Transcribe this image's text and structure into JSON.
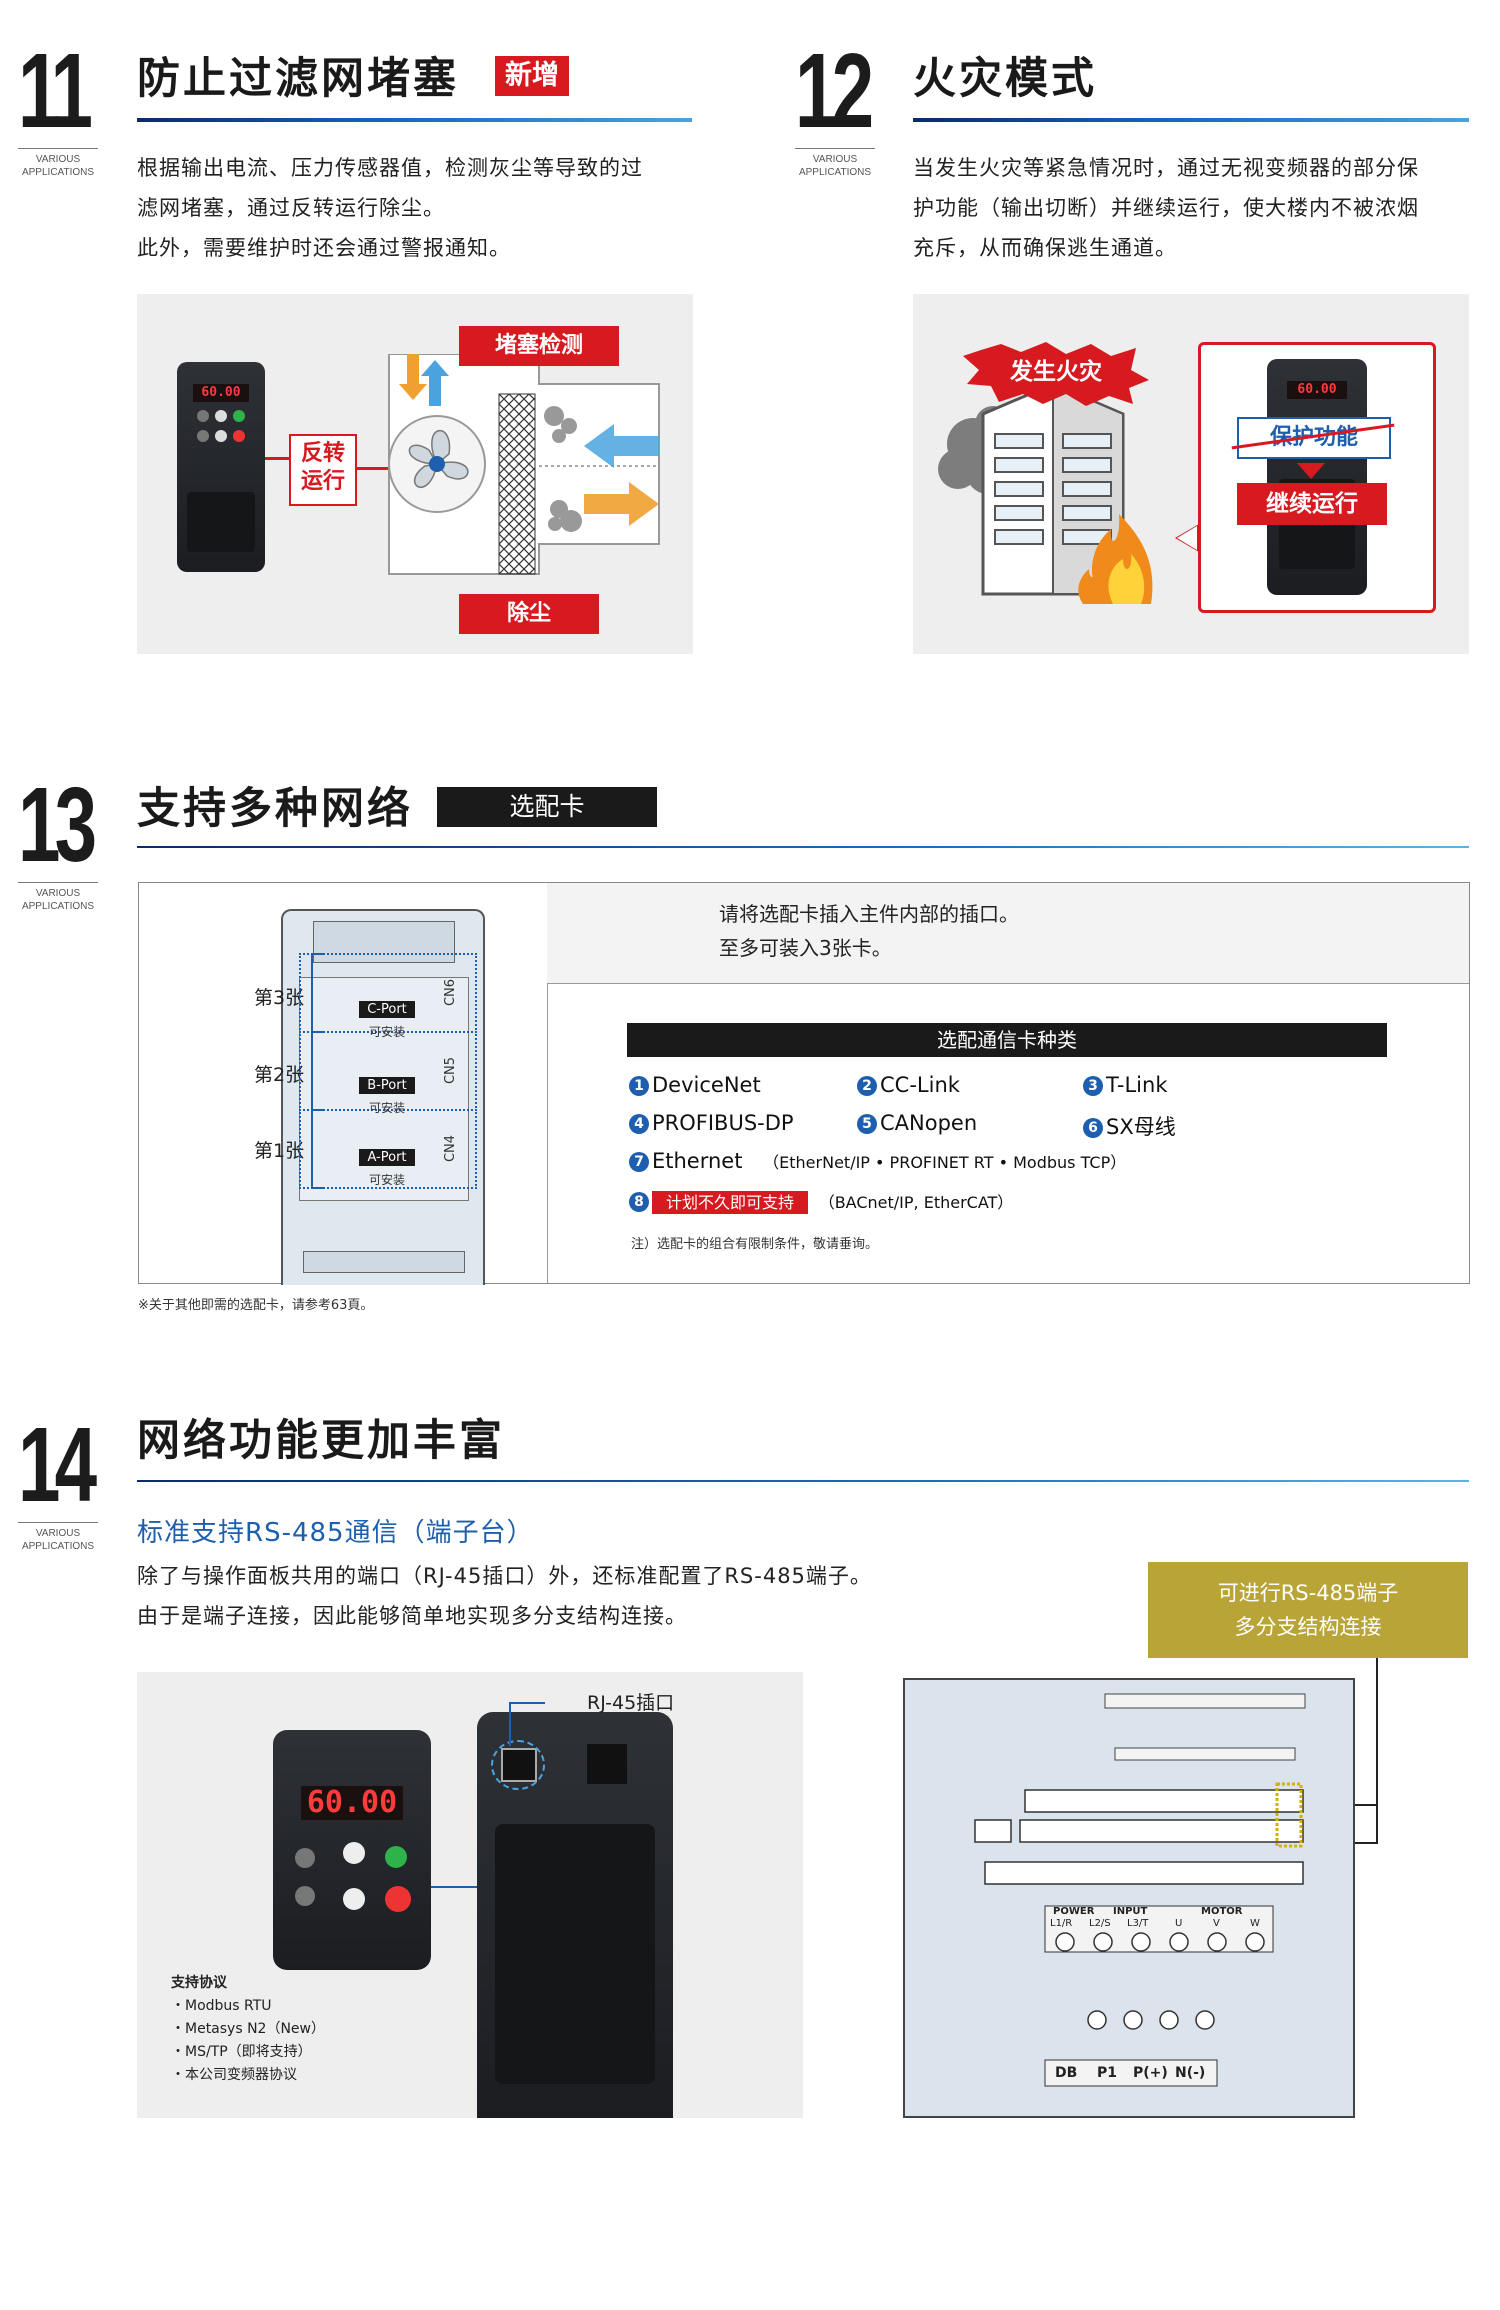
{
  "sections": {
    "s11": {
      "number": "11",
      "subnumber": "VARIOUS APPLICATIONS",
      "title": "防止过滤网堵塞",
      "badge": "新增",
      "para": [
        "根据输出电流、压力传感器值，检测灰尘等导致的过",
        "滤网堵塞，通过反转运行除尘。",
        "此外，需要维护时还会通过警报通知。"
      ],
      "labels": {
        "detect": "堵塞检测",
        "reverse_1": "反转",
        "reverse_2": "运行",
        "dust": "除尘"
      },
      "lcd": "60.00"
    },
    "s12": {
      "number": "12",
      "subnumber": "VARIOUS APPLICATIONS",
      "title": "火灾模式",
      "para": [
        "当发生火灾等紧急情况时，通过无视变频器的部分保",
        "护功能（输出切断）并继续运行，使大楼内不被浓烟",
        "充斥，从而确保逃生通道。"
      ],
      "labels": {
        "fire": "发生火灾",
        "protect": "保护功能",
        "continue": "继续运行"
      },
      "lcd": "60.00"
    },
    "s13": {
      "number": "13",
      "subnumber": "VARIOUS APPLICATIONS",
      "title": "支持多种网络",
      "badge": "选配卡",
      "info": [
        "请将选配卡插入主件内部的插口。",
        "至多可装入3张卡。"
      ],
      "card_header": "选配通信卡种类",
      "cards": [
        {
          "n": "1",
          "name": "DeviceNet"
        },
        {
          "n": "2",
          "name": "CC-Link"
        },
        {
          "n": "3",
          "name": "T-Link"
        },
        {
          "n": "4",
          "name": "PROFIBUS-DP"
        },
        {
          "n": "5",
          "name": "CANopen"
        },
        {
          "n": "6",
          "name": "SX母线"
        },
        {
          "n": "7",
          "name": "Ethernet",
          "sub": "（EtherNet/IP • PROFINET RT • Modbus TCP）"
        },
        {
          "n": "8",
          "name": "计划不久即可支持",
          "sub": "（BACnet/IP, EtherCAT）"
        }
      ],
      "note": "注）选配卡的组合有限制条件，敬请垂询。",
      "footnote": "※关于其他即需的选配卡，请参考63頁。",
      "slots": [
        {
          "level": "第3张",
          "port": "C-Port",
          "sub": "可安装",
          "cn": "CN6"
        },
        {
          "level": "第2张",
          "port": "B-Port",
          "sub": "可安装",
          "cn": "CN5"
        },
        {
          "level": "第1张",
          "port": "A-Port",
          "sub": "可安装",
          "cn": "CN4"
        }
      ]
    },
    "s14": {
      "number": "14",
      "subnumber": "VARIOUS APPLICATIONS",
      "title": "网络功能更加丰富",
      "subtitle": "标准支持RS-485通信（端子台）",
      "para": [
        "除了与操作面板共用的端口（RJ-45插口）外，还标准配置了RS-485端子。",
        "由于是端子连接，因此能够简单地实现多分支结构连接。"
      ],
      "rj45": "RJ-45插口",
      "protocol_title": "支持协议",
      "protocols": [
        "・Modbus RTU",
        "・Metasys N2（New）",
        "・MS/TP（即将支持）",
        "・本公司变频器协议"
      ],
      "callout": [
        "可进行RS-485端子",
        "多分支结构连接"
      ],
      "lcd": "60.00",
      "terminal_top": [
        "POWER",
        "INPUT",
        "MOTOR"
      ],
      "terminal_main": [
        "L1/R",
        "L2/S",
        "L3/T",
        "U",
        "V",
        "W"
      ],
      "terminal_bottom": [
        "DB",
        "P1",
        "P(+)",
        "N(-)"
      ]
    }
  },
  "colors": {
    "accent_red": "#d71920",
    "brand_blue": "#1d5fae",
    "gold": "#b8a437"
  }
}
